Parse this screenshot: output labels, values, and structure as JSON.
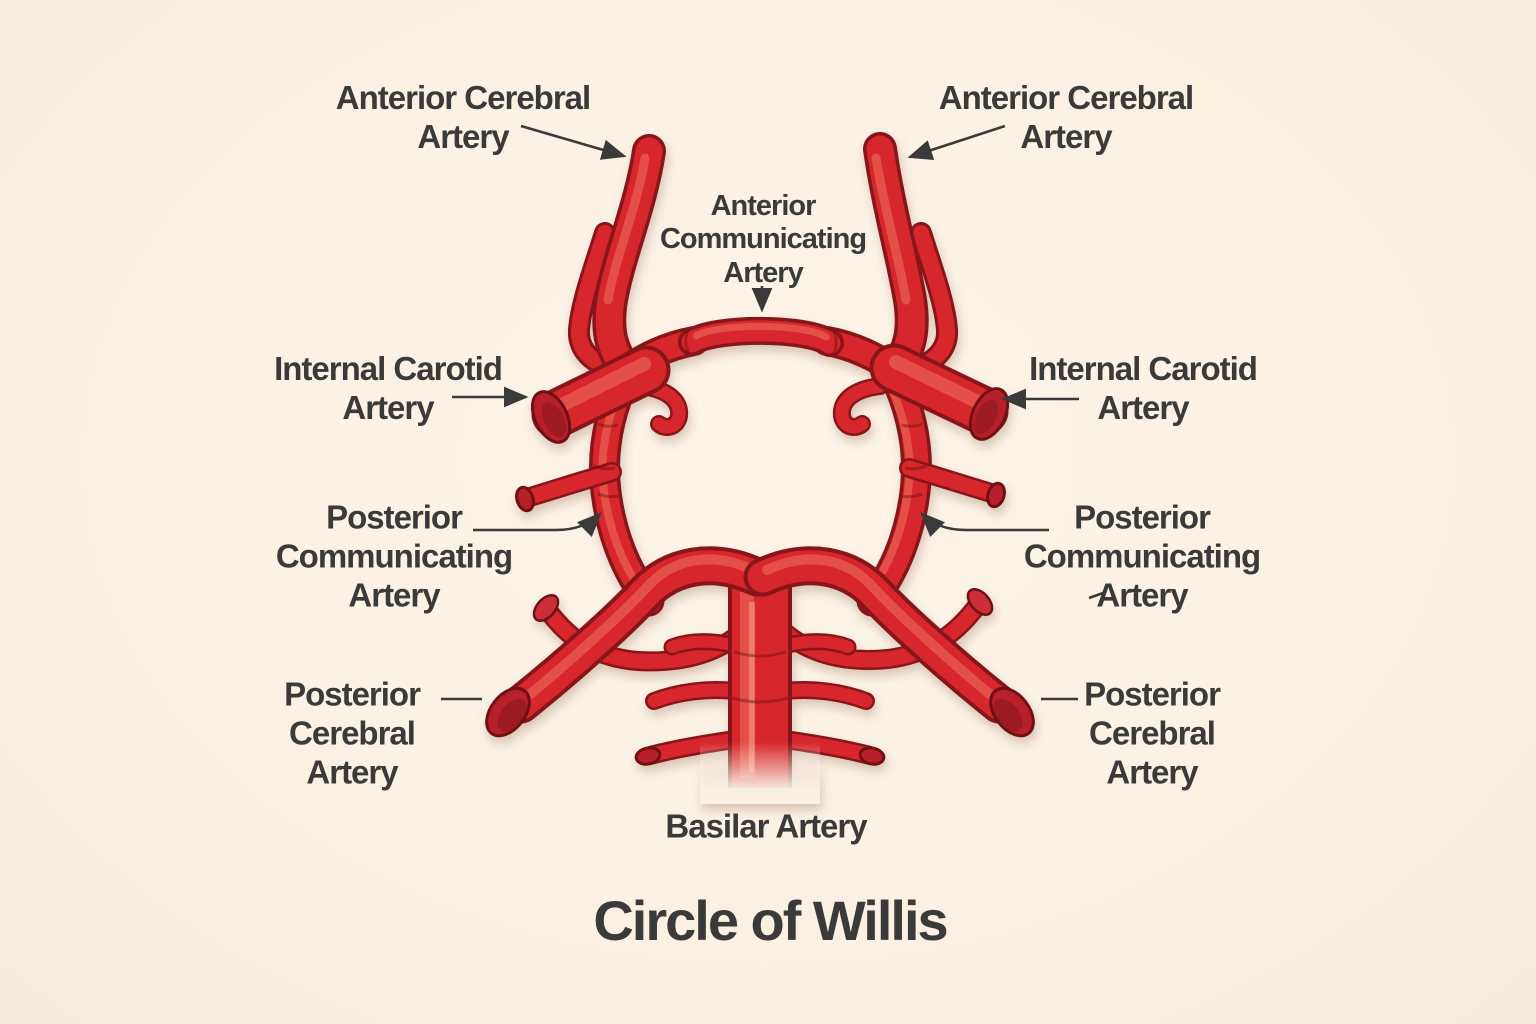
{
  "figure": {
    "title": "Circle of Willis",
    "labels": {
      "anterior_cerebral_left": "Anterior Cerebral\nArtery",
      "anterior_cerebral_right": "Anterior Cerebral\nArtery",
      "anterior_communicating": "Anterior\nCommunicating\nArtery",
      "internal_carotid_left": "Internal Carotid\nArtery",
      "internal_carotid_right": "Internal Carotid\nArtery",
      "posterior_communicating_left": "Posterior\nCommunicating\nArtery",
      "posterior_communicating_right": "Posterior\nCommunicating\nArtery",
      "posterior_cerebral_left": "Posterior\nCerebral\nArtery",
      "posterior_cerebral_right": "Posterior\nCerebral\nArtery",
      "basilar": "Basilar Artery"
    }
  },
  "colors": {
    "background": "#faf1e3",
    "artery": "#d7262c",
    "artery_dark": "#871519",
    "artery_deep": "#6f1013",
    "artery_highlight": "#ef7260",
    "artery_highlight2": "#f9a890",
    "artery_face": "#b7202a",
    "artery_face_bright": "#cc2f3a",
    "text": "#3a3a3a"
  }
}
